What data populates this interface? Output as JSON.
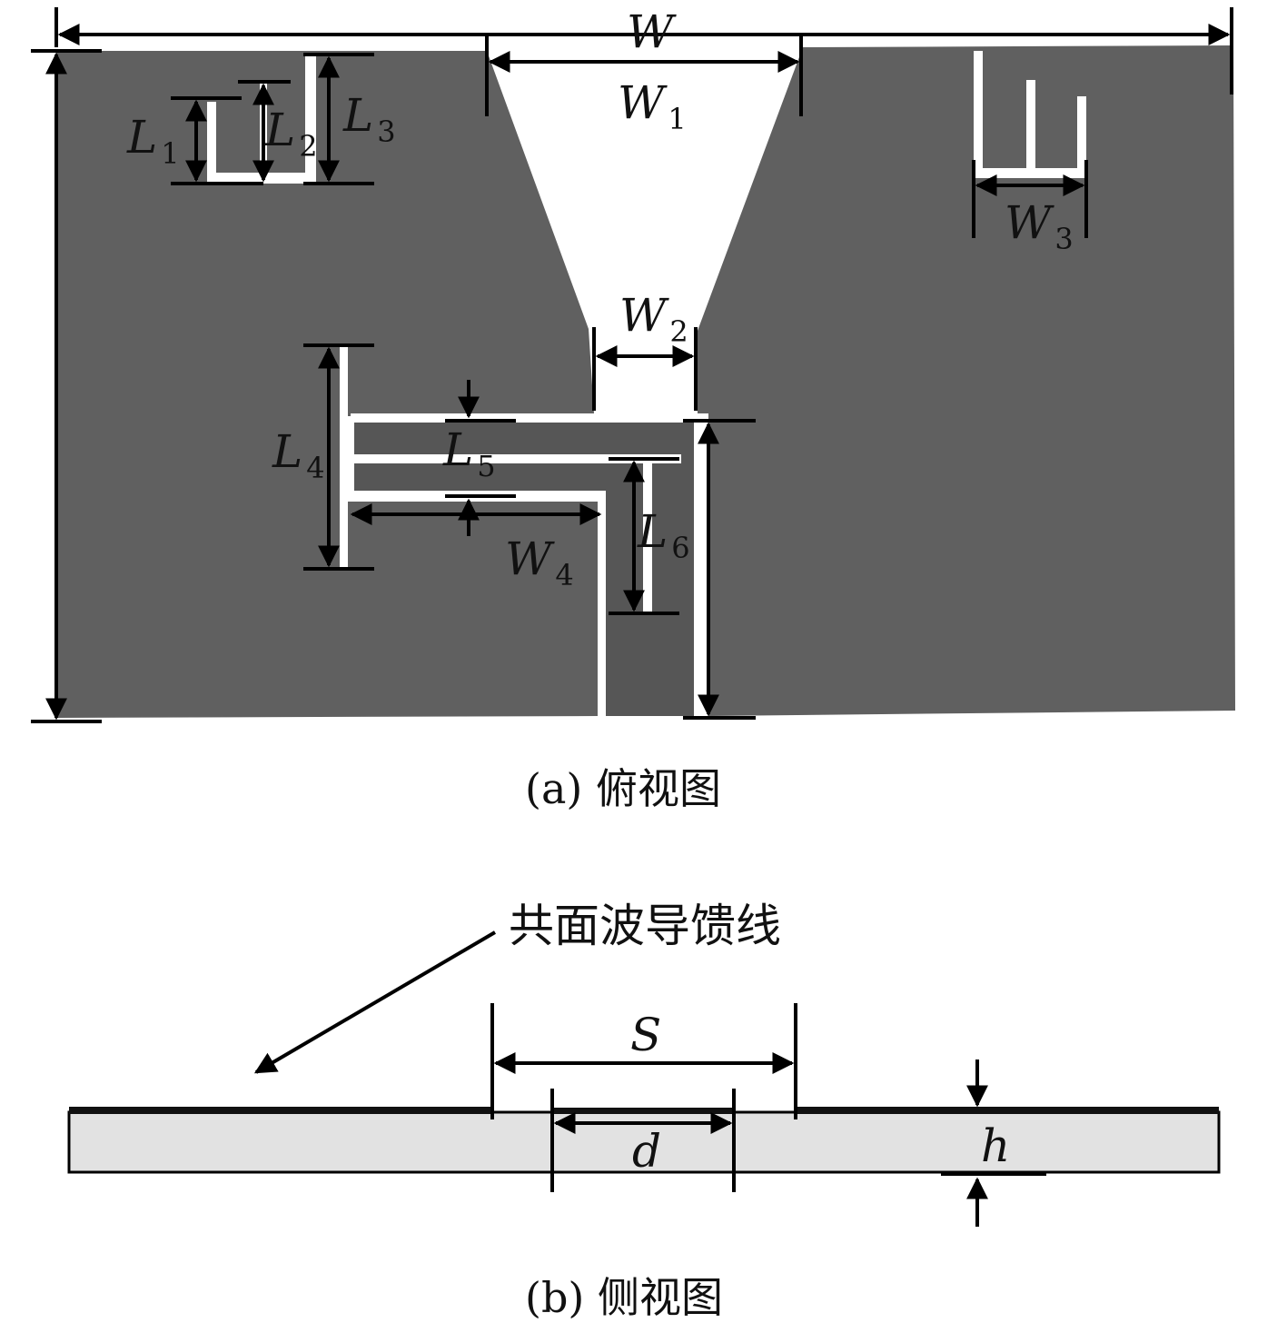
{
  "top_view": {
    "caption": "(a) 俯视图",
    "labels": {
      "W": {
        "main": "W",
        "sub": ""
      },
      "W1": {
        "main": "W",
        "sub": "1"
      },
      "W2": {
        "main": "W",
        "sub": "2"
      },
      "W3": {
        "main": "W",
        "sub": "3"
      },
      "W4": {
        "main": "W",
        "sub": "4"
      },
      "L1": {
        "main": "L",
        "sub": "1"
      },
      "L2": {
        "main": "L",
        "sub": "2"
      },
      "L3": {
        "main": "L",
        "sub": "3"
      },
      "L4": {
        "main": "L",
        "sub": "4"
      },
      "L5": {
        "main": "L",
        "sub": "5"
      },
      "L6": {
        "main": "L",
        "sub": "6"
      }
    }
  },
  "side_view": {
    "caption": "(b) 侧视图",
    "feed_label": "共面波导馈线",
    "labels": {
      "S": "S",
      "d": "d",
      "h": "h"
    }
  },
  "colors": {
    "metal": "#606060",
    "substrate": "#e2e2e2",
    "slot": "#ffffff"
  }
}
